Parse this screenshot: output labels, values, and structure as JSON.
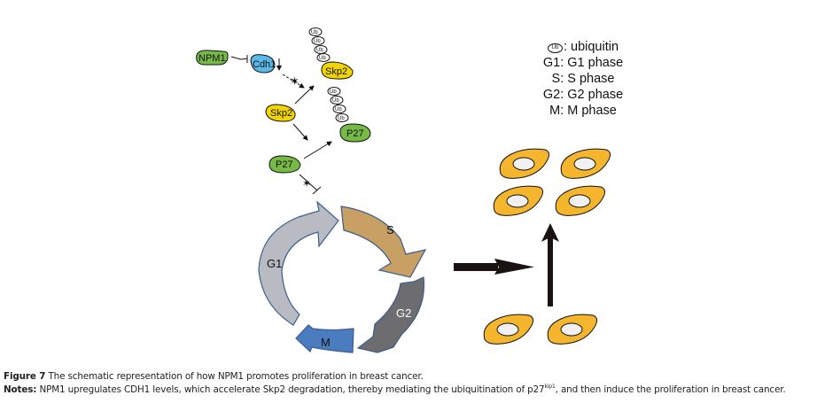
{
  "pathway": {
    "nodes": {
      "npm1": "NPM1",
      "cdh1": "Cdh1",
      "skp2_ub": "Skp2",
      "skp2": "Skp2",
      "p27_ub": "P27",
      "p27": "P27"
    },
    "ubiquitin_label": "Ub",
    "ubiquitin_chain_length": 4
  },
  "cell_cycle": {
    "phases": [
      {
        "id": "G1",
        "label": "G1",
        "color": "#b8bcc2"
      },
      {
        "id": "S",
        "label": "S",
        "color": "#c9a064"
      },
      {
        "id": "G2",
        "label": "G2",
        "color": "#6d6c6e"
      },
      {
        "id": "M",
        "label": "M",
        "color": "#4a7cbf"
      }
    ]
  },
  "legend": {
    "ub_symbol": "Ub",
    "rows": [
      {
        "key": "",
        "text": ": ubiquitin"
      },
      {
        "key": "G1",
        "text": ": G1 phase"
      },
      {
        "key": "S",
        "text": ": S phase"
      },
      {
        "key": "G2",
        "text": ": G2 phase"
      },
      {
        "key": "M",
        "text": ": M phase"
      }
    ]
  },
  "cells": {
    "before_count": 2,
    "after_count": 4,
    "color": "#f5b62e"
  },
  "colors": {
    "green_node": "#76b947",
    "cdh1_node": "#5bb8e6",
    "skp2_node": "#f2d500",
    "border_blue": "#3b5c8c"
  },
  "caption": {
    "figure_label": "Figure 7",
    "figure_text": " The schematic representation of how NPM1 promotes proliferation in breast cancer.",
    "notes_label": "Notes:",
    "notes_text_a": " NPM1 upregulates CDH1 levels, which accelerate Skp2 degradation, thereby mediating the ubiquitination of p27",
    "notes_sup": "kip1",
    "notes_text_b": ", and then induce the proliferation in breast cancer."
  }
}
